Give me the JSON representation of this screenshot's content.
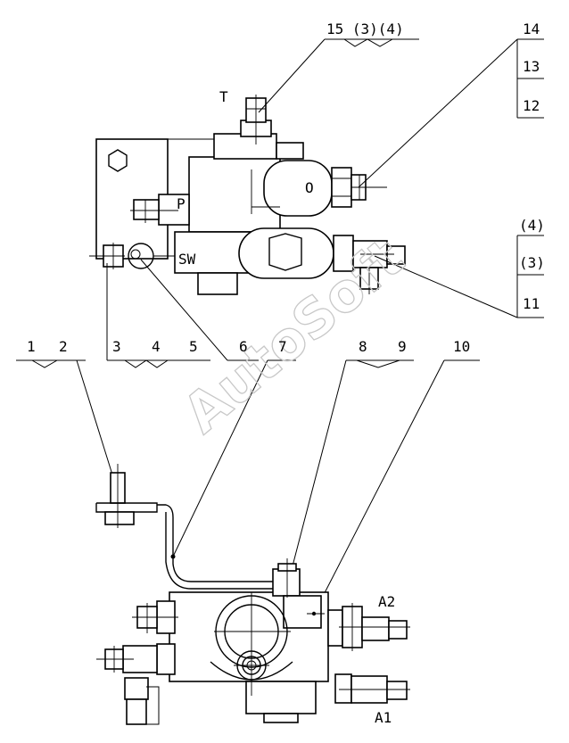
{
  "watermark": "AutoSoft",
  "callouts": {
    "top_left": [
      "1",
      "2"
    ],
    "mid_left": [
      "3",
      "4",
      "5"
    ],
    "mid_6": "6",
    "mid_7": "7",
    "mid_89": [
      "8",
      "9"
    ],
    "mid_10": "10",
    "top_15": "15 (3)(4)",
    "stack_14": [
      "14",
      "13",
      "12"
    ],
    "stack_4_3_11": [
      "(4)",
      "(3)",
      "11"
    ]
  },
  "port_labels": {
    "t": "T",
    "o": "O",
    "p": "P",
    "sw": "SW",
    "a2": "A2",
    "a1": "A1"
  }
}
